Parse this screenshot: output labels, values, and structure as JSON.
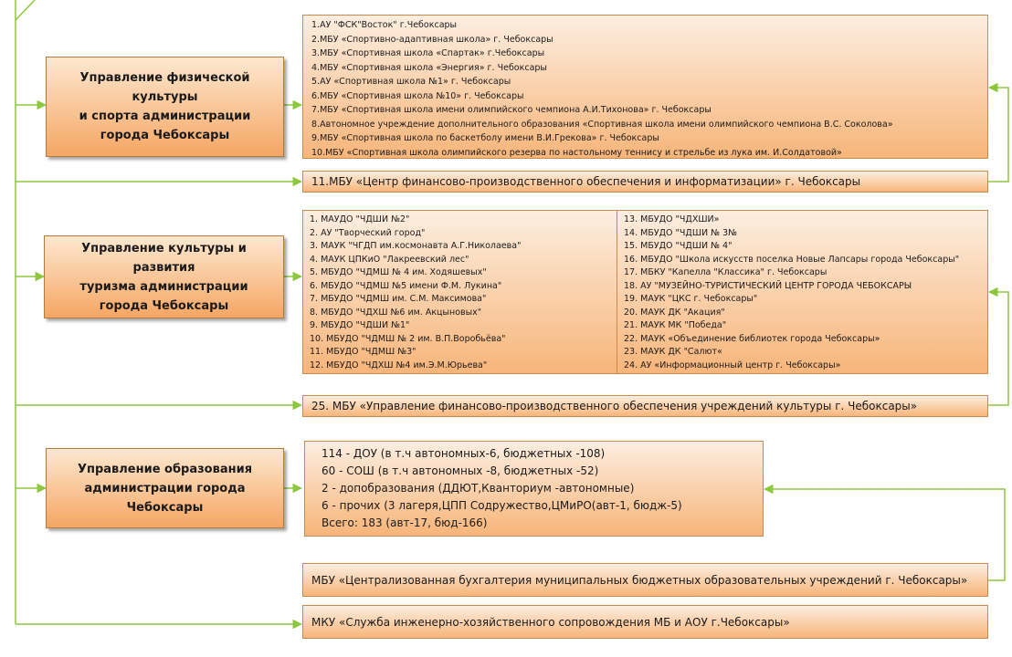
{
  "sport": {
    "dept_lines": [
      "Управление физической культуры",
      "и спорта администрации",
      "города Чебоксары"
    ],
    "items": [
      "1.АУ \"ФСК\"Восток\" г.Чебоксары",
      "2.МБУ «Спортивно-адаптивная школа» г. Чебоксары",
      "3.МБУ «Спортивная школа «Спартак» г.Чебоксары",
      "4.МБУ «Спортивная школа «Энергия» г. Чебоксары",
      "5.АУ «Спортивная школа №1» г. Чебоксары",
      "6.МБУ «Спортивная школа №10» г. Чебоксары",
      "7.МБУ «Спортивная школа имени олимпийского чемпиона А.И.Тихонова» г. Чебоксары",
      "8.Автономное учреждение дополнительного образования «Спортивная школа имени олимпийского чемпиона В.С. Соколова»",
      "9.МБУ «Спортивная школа по баскетболу имени В.И.Грекова» г. Чебоксары",
      "10.МБУ «Спортивная школа олимпийского резерва по настольному теннису и стрельбе из лука им. И.Солдатовой»"
    ],
    "center": "11.МБУ «Центр финансово-производственного обеспечения и информатизации» г. Чебоксары"
  },
  "culture": {
    "dept_lines": [
      "Управление культуры и развития",
      "туризма администрации",
      "города Чебоксары"
    ],
    "left_items": [
      "1. МАУДО \"ЧДШИ №2\"",
      "2. АУ \"Творческий город\"",
      "3. МАУК \"ЧГДП им.космонавта А.Г.Николаева\"",
      "4. МАУК ЦПКиО \"Лакреевский лес\"",
      "5. МБУДО \"ЧДМШ № 4 им. Ходяшевых\"",
      "6. МБУДО \"ЧДМШ №5 имени Ф.М. Лукина\"",
      "7. МБУДО \"ЧДМШ им. С.М. Максимова\"",
      "8. МБУДО \"ЧДХШ №6 им. Акцыновых\"",
      "9. МБУДО \"ЧДШИ №1\"",
      "10. МБУДО \"ЧДМШ № 2 им. В.П.Воробьёва\"",
      "11. МБУДО \"ЧДМШ №3\"",
      "12. МБУДО \"ЧДХШ №4 им.Э.М.Юрьева\""
    ],
    "right_items": [
      "13. МБУДО \"ЧДХШИ»",
      "14. МБУДО \"ЧДШИ № 3№",
      "15. МБУДО \"ЧДШИ № 4\"",
      "16. МБУДО \"Школа искусств поселка Новые Лапсары города Чебоксары\"",
      "17. МБКУ \"Капелла \"Классика\" г. Чебоксары",
      "18. АУ \"МУЗЕЙНО-ТУРИСТИЧЕСКИЙ ЦЕНТР ГОРОДА ЧЕБОКСАРЫ",
      "19. МАУК \"ЦКС г. Чебоксары\"",
      "20. МАУК ДК \"Акация\"",
      "21. МАУК МК \"Победа\"",
      "22. МАУК «Объединение библиотек города Чебоксары»",
      "23. МАУК ДК \"Салют«",
      "24. АУ «Информационный центр г. Чебоксары»"
    ],
    "center": "25. МБУ «Управление финансово-производственного обеспечения учреждений культуры г. Чебоксары»"
  },
  "education": {
    "dept_lines": [
      "Управление образования",
      "администрации города Чебоксары"
    ],
    "items": [
      "114 - ДОУ (в т.ч автономных-6, бюджетных -108)",
      "60 - СОШ (в т.ч автономных -8, бюджетных -52)",
      "2 - допобразования (ДДЮТ,Кванториум -автономные)",
      "6 - прочих (3 лагеря,ЦПП Содружество,ЦМиРО(авт-1, бюдж-5)",
      "Всего: 183 (авт-17, бюд-166)"
    ],
    "accounting": "МБУ «Централизованная бухгалтерия муниципальных бюджетных образовательных учреждений г. Чебоксары»",
    "engineering": "МКУ «Служба инженерно-хозяйственного сопровождения МБ и АОУ г.Чебоксары»"
  },
  "colors": {
    "connector": "#8dc63f",
    "box_border": "#c98a4e"
  }
}
